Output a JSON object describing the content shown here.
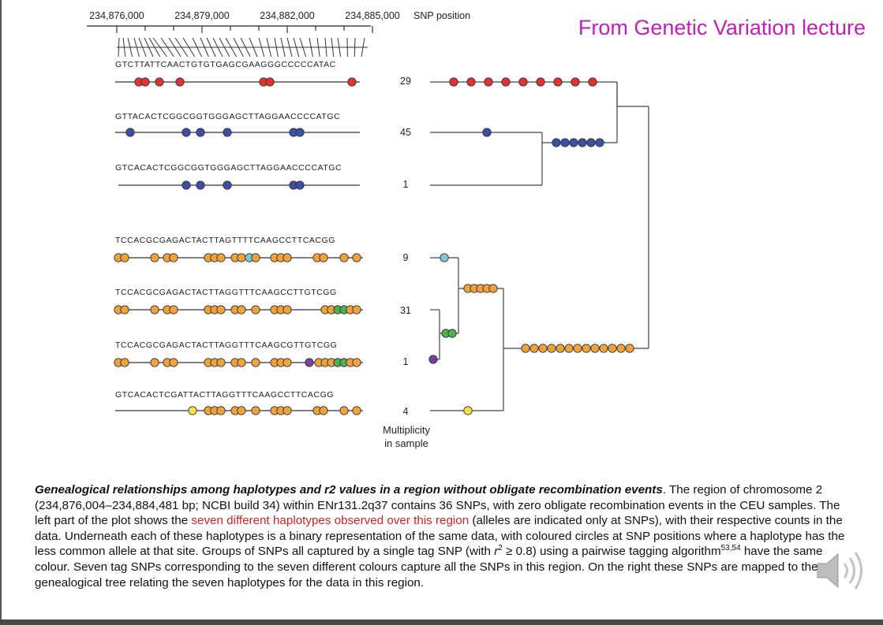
{
  "lecture_title": "From Genetic Variation lecture",
  "axis": {
    "ticks": [
      "234,876,000",
      "234,879,000",
      "234,882,000",
      "234,885,000"
    ],
    "label": "SNP position"
  },
  "haplotypes": [
    {
      "sequence": "GTCTTATTCAACTGTGTGAGCGAAGGGCCCCCATAC",
      "count": "29",
      "color": "#e03434"
    },
    {
      "sequence": "GTTACACTCGGCGGTGGGAGCTTAGGAACCCCATGC",
      "count": "45",
      "color": "#3d4fa4"
    },
    {
      "sequence": "GTCACACTCGGCGGTGGGAGCTTAGGAACCCCATGC",
      "count": "1",
      "color": "#3d4fa4"
    },
    {
      "sequence": "TCCACGCGAGACTACTTAGTTTTCAAGCCTTCACGG",
      "count": "9",
      "color": "#f2a23a"
    },
    {
      "sequence": "TCCACGCGAGACTACTTAGGTTTCAAGCCTTGTCGG",
      "count": "31",
      "color": "#f2a23a"
    },
    {
      "sequence": "TCCACGCGAGACTACTTAGGTTTCAAGCGTTGTCGG",
      "count": "1",
      "color": "#f2a23a"
    },
    {
      "sequence": "GTCACACTCGATTACTTAGGTTTCAAGCCTTCACGG",
      "count": "4",
      "color": "#f2a23a"
    }
  ],
  "snp_colors": {
    "red": "#e03434",
    "blue": "#3d4fa4",
    "orange": "#f2a23a",
    "cyan": "#7ec8d8",
    "green": "#4caf50",
    "purple": "#7b3fa0",
    "yellow": "#f5e04a"
  },
  "multiplicity_label_line1": "Multiplicity",
  "multiplicity_label_line2": "in sample",
  "caption": {
    "title": "Genealogical relationships among haplotypes and r2 values in a region without obligate recombination events",
    "part1": ". The region of chromosome 2 (234,876,004–234,884,481 bp; NCBI build 34) within ENr131.2q37 contains 36 SNPs, with zero obligate recombination events in the CEU samples. The left part of the plot shows the ",
    "highlight": "seven different haplotypes observed over this region",
    "part2": " (alleles are indicated only at SNPs), with their respective counts in the data. Underneath each of these haplotypes is a binary representation of the same data, with coloured circles at SNP positions where a haplotype has the less common allele at that site. Groups of SNPs all captured by a single tag SNP (with ",
    "r2_symbol": "r",
    "r2_exp": "2",
    "part3": " ≥ 0.8) using a pairwise tagging algorithm",
    "ref": "53,54",
    "part4": " have the same colour. Seven tag SNPs corresponding to the seven different colours capture all the SNPs in this region. On the right these SNPs are mapped to the genealogical tree relating the seven haplotypes for the data in this region."
  },
  "speaker_icon": "speaker-icon"
}
